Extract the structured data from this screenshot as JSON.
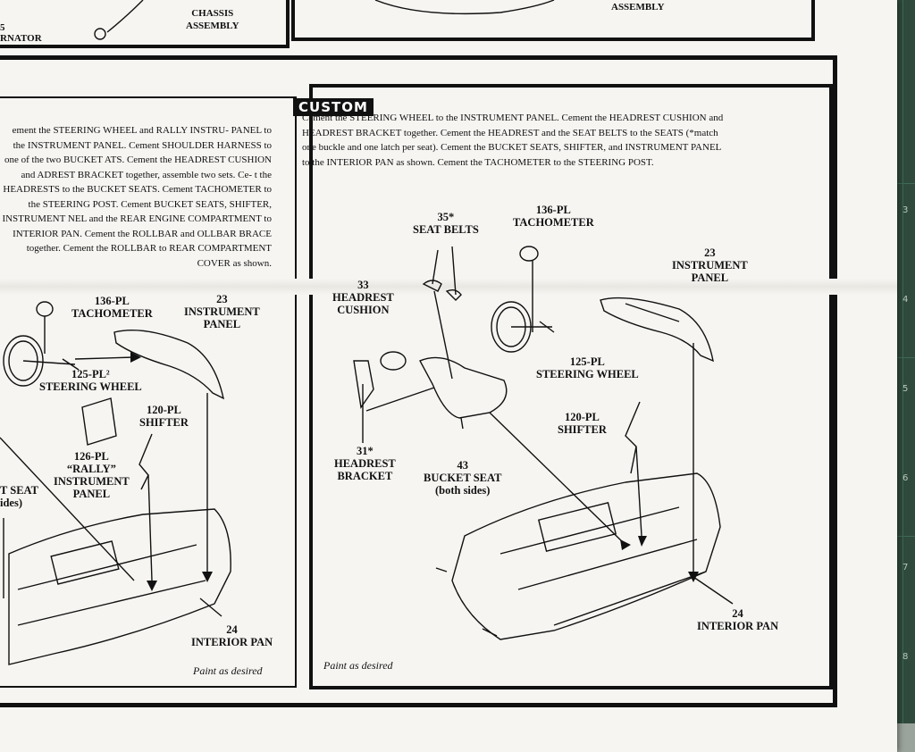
{
  "top_panels": {
    "left_label_1": "5",
    "left_label_2": "RNATOR",
    "chassis_label": "CHASSIS\nASSEMBLY",
    "right_label": "ASSEMBLY"
  },
  "custom": {
    "heading": "CUSTOM",
    "instructions": "Cement the STEERING WHEEL to the INSTRUMENT PANEL. Cement the HEADREST CUSHION and HEADREST BRACKET together. Cement the HEADREST and the SEAT BELTS to the SEATS (*match one buckle and one latch per seat). Cement the BUCKET SEATS, SHIFTER, and INSTRUMENT PANEL to the INTERIOR PAN as shown. Cement the TACHOMETER to the STEERING POST.",
    "labels": {
      "seat_belts": "35*\nSEAT BELTS",
      "tachometer": "136-PL\nTACHOMETER",
      "instrument_panel": "23\nINSTRUMENT\nPANEL",
      "headrest_cushion": "33\nHEADREST\nCUSHION",
      "steering_wheel": "125-PL\nSTEERING WHEEL",
      "shifter": "120-PL\nSHIFTER",
      "headrest_bracket": "31*\nHEADREST\nBRACKET",
      "bucket_seat": "43\nBUCKET SEAT\n(both sides)",
      "interior_pan": "24\nINTERIOR PAN"
    },
    "paint_note": "Paint as desired"
  },
  "rally": {
    "instructions": "ement the STEERING WHEEL and RALLY INSTRU- PANEL to the INSTRUMENT PANEL. Cement SHOULDER HARNESS to one of the two BUCKET ATS. Cement the HEADREST CUSHION and ADREST BRACKET together, assemble two sets. Ce- t the HEADRESTS to the BUCKET SEATS. Cement TACHOMETER to the STEERING POST. Cement BUCKET SEATS, SHIFTER, INSTRUMENT NEL and the REAR ENGINE COMPARTMENT to INTERIOR PAN. Cement the ROLLBAR and OLLBAR BRACE together. Cement the ROLLBAR to REAR COMPARTMENT COVER as shown.",
    "labels": {
      "tachometer": "136-PL\nTACHOMETER",
      "instrument_panel": "23\nINSTRUMENT\nPANEL",
      "steering_wheel": "125-PL²\nSTEERING WHEEL",
      "shifter": "120-PL\nSHIFTER",
      "rally_panel": "126-PL\n“RALLY”\nINSTRUMENT\nPANEL",
      "bucket_seat": "T SEAT\nides)",
      "interior_pan": "24\nINTERIOR PAN"
    },
    "paint_note": "Paint as desired"
  },
  "cutting_mat_numbers": [
    "3",
    "4",
    "5",
    "6",
    "7",
    "8"
  ]
}
